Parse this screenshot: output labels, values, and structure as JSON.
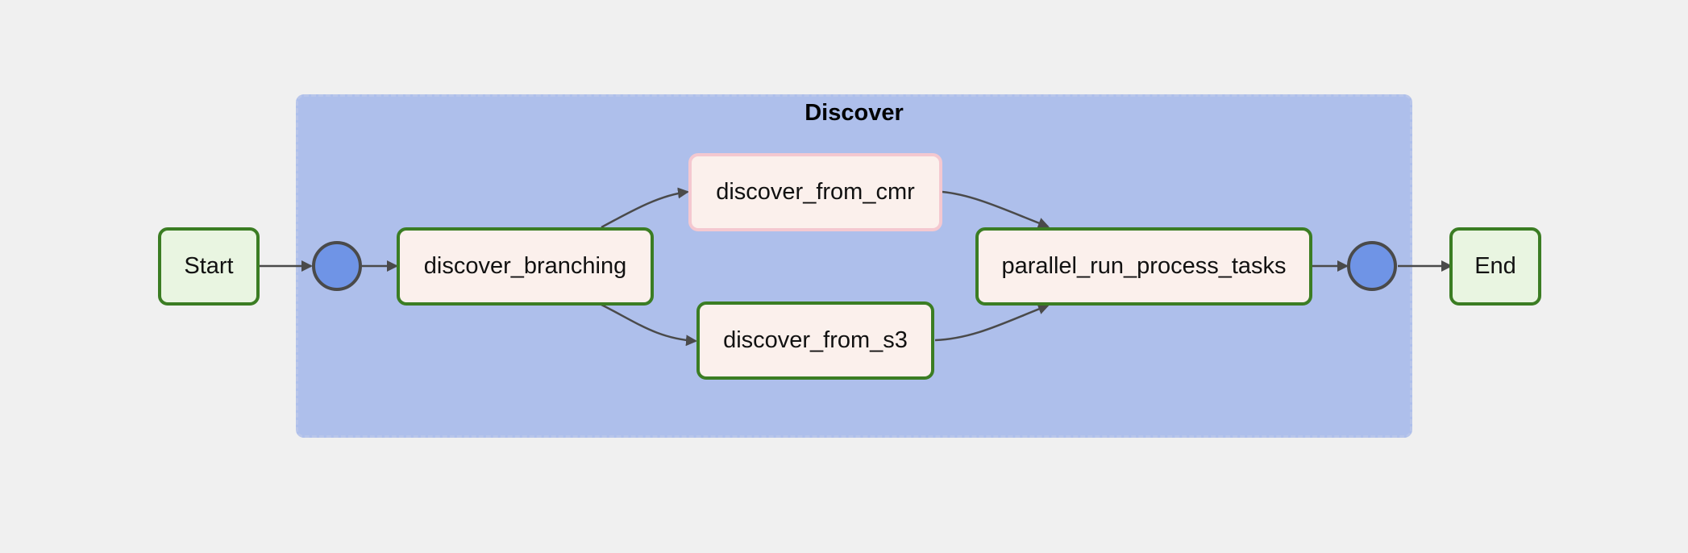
{
  "diagram": {
    "group": {
      "title": "Discover",
      "fill_color": "#aebfeb"
    },
    "nodes": {
      "start": "Start",
      "discover_branching": "discover_branching",
      "discover_from_cmr": "discover_from_cmr",
      "discover_from_s3": "discover_from_s3",
      "parallel_run_process_tasks": "parallel_run_process_tasks",
      "end": "End"
    },
    "colors": {
      "success_border": "#3b7d23",
      "skipped_border": "#f4c8d0",
      "task_fill": "#fbf0ec",
      "terminal_fill": "#e9f5e1",
      "join_fill": "#6f94e6",
      "edge": "#4a4a4a",
      "background": "#f0f0f0"
    }
  }
}
